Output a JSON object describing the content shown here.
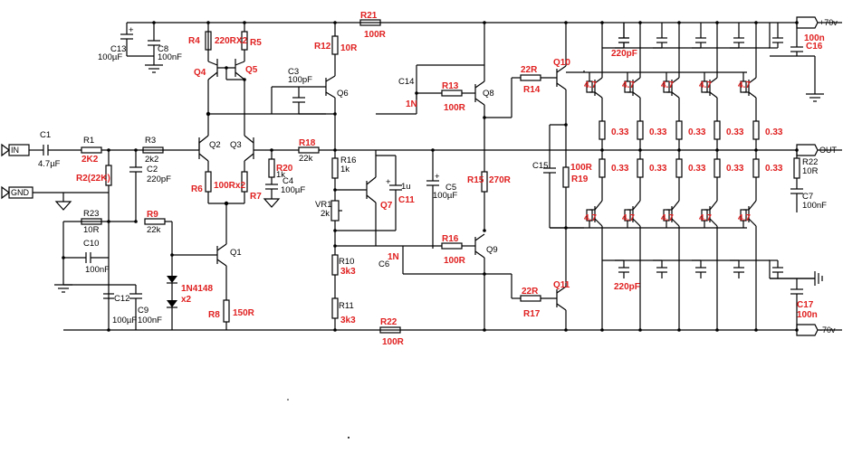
{
  "ports": {
    "in": "IN",
    "gnd": "GND",
    "out": "OUT",
    "vpos": "+70v",
    "vneg": "-70v"
  },
  "black_labels": {
    "c1": "C1",
    "c1_val": "4.7µF",
    "r1": "R1",
    "r3": "R3",
    "r3_val": "2k2",
    "c2": "C2",
    "c2_val": "220pF",
    "r23": "R23",
    "r23_val": "10R",
    "c10": "C10",
    "c10_val": "100nF",
    "c12": "C12",
    "c12_val": "100µF",
    "c9": "C9",
    "c9_val": "100nF",
    "r9_val": "22k",
    "q1": "Q1",
    "q2": "Q2",
    "q3": "Q3",
    "c3": "C3",
    "c3_val": "100pF",
    "q6": "Q6",
    "c13": "C13",
    "c13_val": "100µF",
    "c8": "C8",
    "c8_val": "100nF",
    "r16": "R16",
    "r16_val": "1k",
    "vr1": "VR1",
    "vr1_val": "2k",
    "c5": "C5",
    "c5_val": "100µF",
    "r10": "R10",
    "r11": "R11",
    "c6": "C6",
    "c14": "C14",
    "q8": "Q8",
    "q9": "Q9",
    "c15": "C15",
    "r20_val": "1k",
    "c4": "C4",
    "c4_val": "100µF",
    "r18_val": "22k",
    "r22": "R22",
    "r22_val": "10R",
    "c7": "C7",
    "c7_val": "100nF",
    "c11_val": "1u"
  },
  "red_labels": {
    "r1_val": "2K2",
    "r2": "R2(22K)",
    "r9": "R9",
    "d": "1N4148",
    "dx": "x2",
    "r8": "R8",
    "r8_val": "150R",
    "r6": "R6",
    "r6_val": "100Rx2",
    "r4": "R4",
    "r4_val": "220RX2",
    "r5": "R5",
    "q4": "Q4",
    "q5": "Q5",
    "r12": "R12",
    "r12_val": "10R",
    "r21": "R21",
    "r21_val": "100R",
    "r7": "R7",
    "r20": "R20",
    "r18": "R18",
    "q7": "Q7",
    "c11": "C11",
    "r10_val": "3k3",
    "r11_val": "3k3",
    "r22b": "R22",
    "r22b_val": "100R",
    "c14_val": "1N",
    "c6_val": "1N",
    "r13": "R13",
    "r13_val": "100R",
    "r16b": "R16",
    "r16b_val": "100R",
    "r15": "R15",
    "r15_val": "270R",
    "r14_val": "22R",
    "r14": "R14",
    "r17_val": "22R",
    "r17": "R17",
    "q10": "Q10",
    "q11": "Q11",
    "r19_val": "100R",
    "r19": "R19",
    "c220_top": "220pF",
    "c220_bot": "220pF",
    "c16_val": "100n",
    "c16": "C16",
    "c17": "C17",
    "c17_val": "100n",
    "emit_r": "0.33",
    "base_r": "4.7"
  }
}
